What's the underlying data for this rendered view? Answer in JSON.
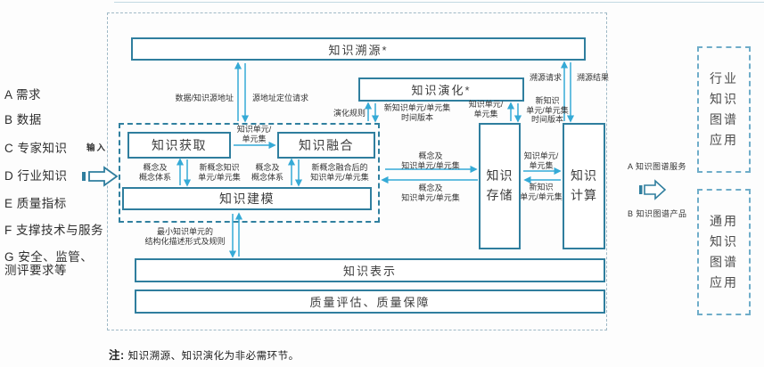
{
  "left_panel": {
    "input_label": "输入",
    "items": [
      "A 需求",
      "B 数据",
      "C 专家知识",
      "D 行业知识",
      "E 质量指标",
      "F 支撑技术与服务",
      "G 安全、监管、\n测评要求等"
    ]
  },
  "boxes": {
    "tracing": "知识溯源*",
    "evolution": "知识演化*",
    "acquisition": "知识获取",
    "fusion": "知识融合",
    "modeling": "知识建模",
    "storage": "知识\n存储",
    "computing": "知识\n计算",
    "representation": "知识表示",
    "quality": "质量评估、质量保障"
  },
  "right_panel": {
    "output_a": "A 知识图谱服务",
    "output_b": "B 知识图谱产品",
    "industry_app": "行业\n知识\n图谱\n应用",
    "general_app": "通用\n知识\n图谱\n应用"
  },
  "flow_labels": {
    "data_source_address": "数据/知识源地址",
    "source_locate_request": "源地址定位请求",
    "trace_request": "溯源请求",
    "trace_result": "溯源结果",
    "evolution_rules": "演化规则",
    "new_units_time_version": "新知识单元/单元集\n时间版本",
    "units_to_evolution": "知识单元/\n单元集",
    "storage_new_units_time": "新知识\n单元/单元集\n时间版本",
    "units_between": "知识单元/\n单元集",
    "acq_concepts": "概念及\n概念体系",
    "acq_new_units": "新概念知识\n单元/单元集",
    "fusion_concepts": "概念及\n概念体系",
    "fusion_new_units": "新概念融合后的\n知识单元/单元集",
    "store_in": "概念及\n知识单元/单元集",
    "store_out": "概念及\n知识单元/单元集",
    "compute_in": "知识单元/\n单元集",
    "compute_out": "新知识\n单元/单元集",
    "modeling_spec": "最小知识单元的\n结构化描述形式及规则"
  },
  "note": {
    "prefix": "注:",
    "text": "知识溯源、知识演化为非必需环节。"
  },
  "colors": {
    "box_border": "#2f7e9e",
    "arrow": "#35aad6",
    "outer_frame": "#9fb9c6",
    "app_border": "#6fadc9"
  }
}
